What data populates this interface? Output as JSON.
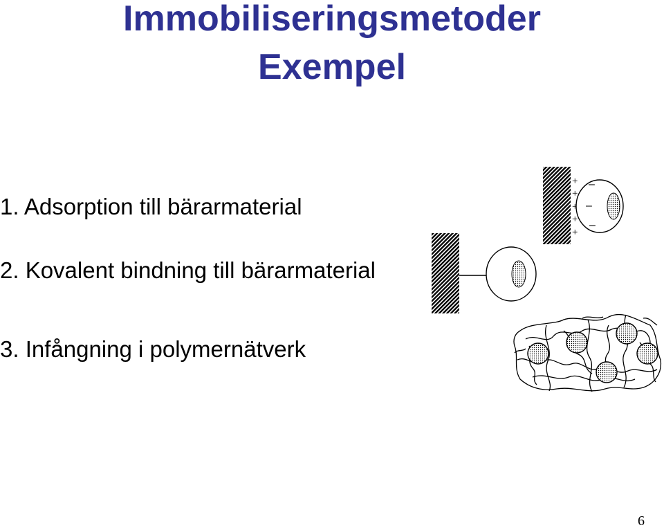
{
  "slide": {
    "title_line1": "Immobiliseringsmetoder",
    "title_line2": "Exempel",
    "title_color": "#2e3192",
    "items": [
      "1. Adsorption till bärarmaterial",
      "2. Kovalent bindning till bärarmaterial",
      "3. Infångning i polymernätverk"
    ],
    "page_number": "6"
  },
  "figure1": {
    "plus_signs": [
      "+",
      "+",
      "+",
      "+",
      "+"
    ],
    "minus_signs": [
      "–",
      "–",
      "–"
    ]
  }
}
